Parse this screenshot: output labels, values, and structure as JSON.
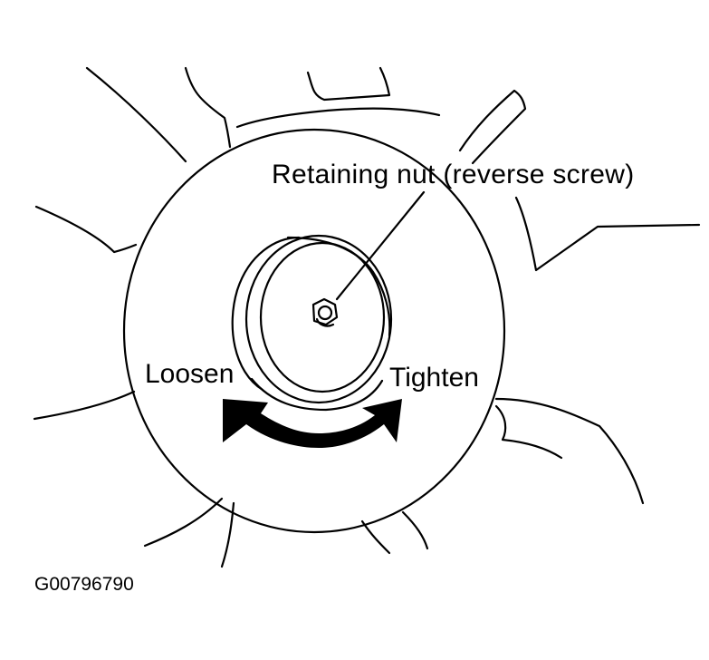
{
  "labels": {
    "retaining_nut": "Retaining nut (reverse screw)",
    "loosen": "Loosen",
    "tighten": "Tighten",
    "figure_code": "G00796790"
  },
  "colors": {
    "line": "#000000",
    "background": "#ffffff"
  },
  "icons": {
    "rotation_arrow": "double-headed-curved-arrow",
    "nut": "hex-nut"
  }
}
